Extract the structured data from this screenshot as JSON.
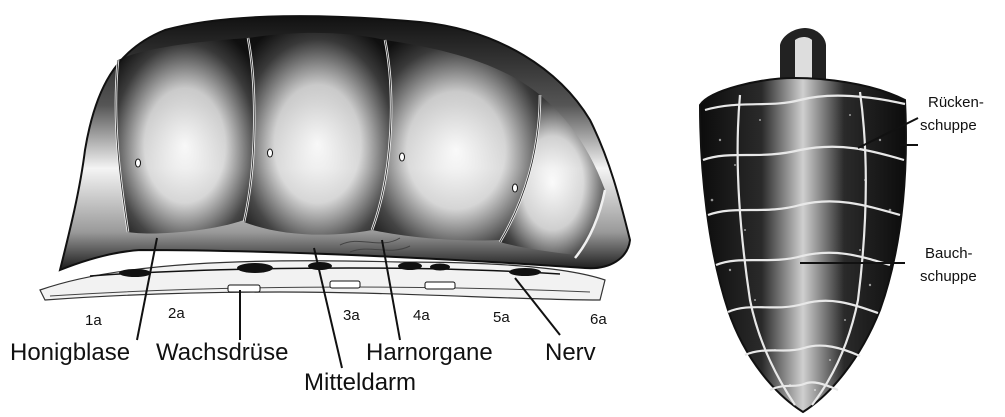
{
  "side_view": {
    "segment_labels": [
      "1a",
      "2a",
      "3a",
      "4a",
      "5a",
      "6a"
    ],
    "organ_labels": {
      "honigblase": "Honigblase",
      "wachsdruese": "Wachsdrüse",
      "mitteldarm": "Mitteldarm",
      "harnorgane": "Harnorgane",
      "nerv": "Nerv"
    }
  },
  "ventral_view": {
    "labels": {
      "ruecken_1": "Rücken-",
      "ruecken_2": "schuppe",
      "bauch_1": "Bauch-",
      "bauch_2": "schuppe"
    }
  }
}
